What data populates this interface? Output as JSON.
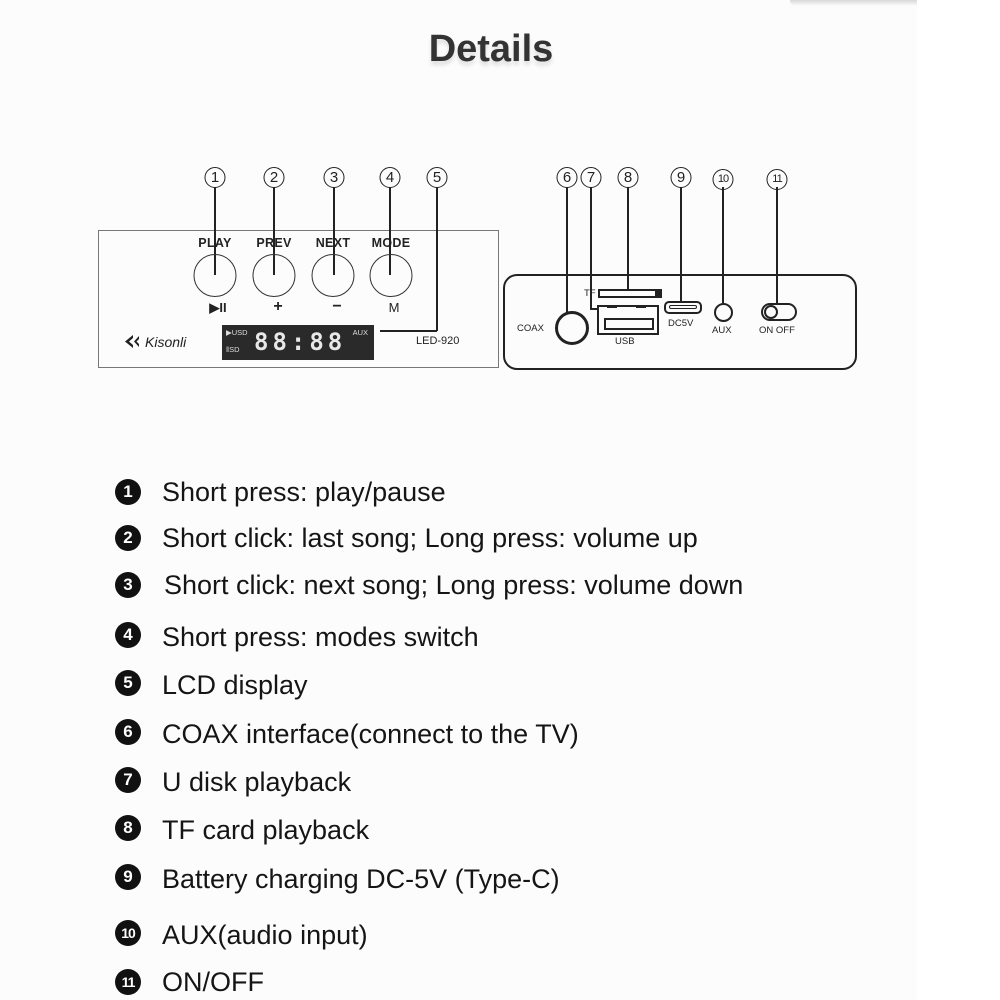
{
  "title": "Details",
  "front_panel": {
    "buttons": [
      {
        "number": "1",
        "label": "PLAY",
        "symbol": "▶II"
      },
      {
        "number": "2",
        "label": "PREV",
        "symbol": "+"
      },
      {
        "number": "3",
        "label": "NEXT",
        "symbol": "−"
      },
      {
        "number": "4",
        "label": "MODE",
        "symbol": "M"
      }
    ],
    "display_callout": "5",
    "brand": "Kisonli",
    "model": "LED-920",
    "lcd": {
      "usd": "▶USD",
      "sd": "‖SD",
      "digits": "88:88",
      "aux": "AUX"
    }
  },
  "back_panel": {
    "callouts": [
      "6",
      "7",
      "8",
      "9",
      "10",
      "11"
    ],
    "ports": {
      "coax": "COAX",
      "tf": "TF",
      "usb": "USB",
      "dc": "DC5V",
      "aux": "AUX",
      "switch": "ON OFF"
    }
  },
  "descriptions": [
    {
      "number": "1",
      "text": "Short press: play/pause"
    },
    {
      "number": "2",
      "text": "Short click: last song; Long press: volume up"
    },
    {
      "number": "3",
      "text": "Short click: next song; Long press: volume down"
    },
    {
      "number": "4",
      "text": "Short press: modes switch"
    },
    {
      "number": "5",
      "text": "LCD display"
    },
    {
      "number": "6",
      "text": "COAX interface(connect to the TV)"
    },
    {
      "number": "7",
      "text": "U disk playback"
    },
    {
      "number": "8",
      "text": "TF card playback"
    },
    {
      "number": "9",
      "text": "Battery charging DC-5V (Type-C)"
    },
    {
      "number": "10",
      "text": "AUX(audio input)"
    },
    {
      "number": "11",
      "text": "ON/OFF"
    }
  ]
}
